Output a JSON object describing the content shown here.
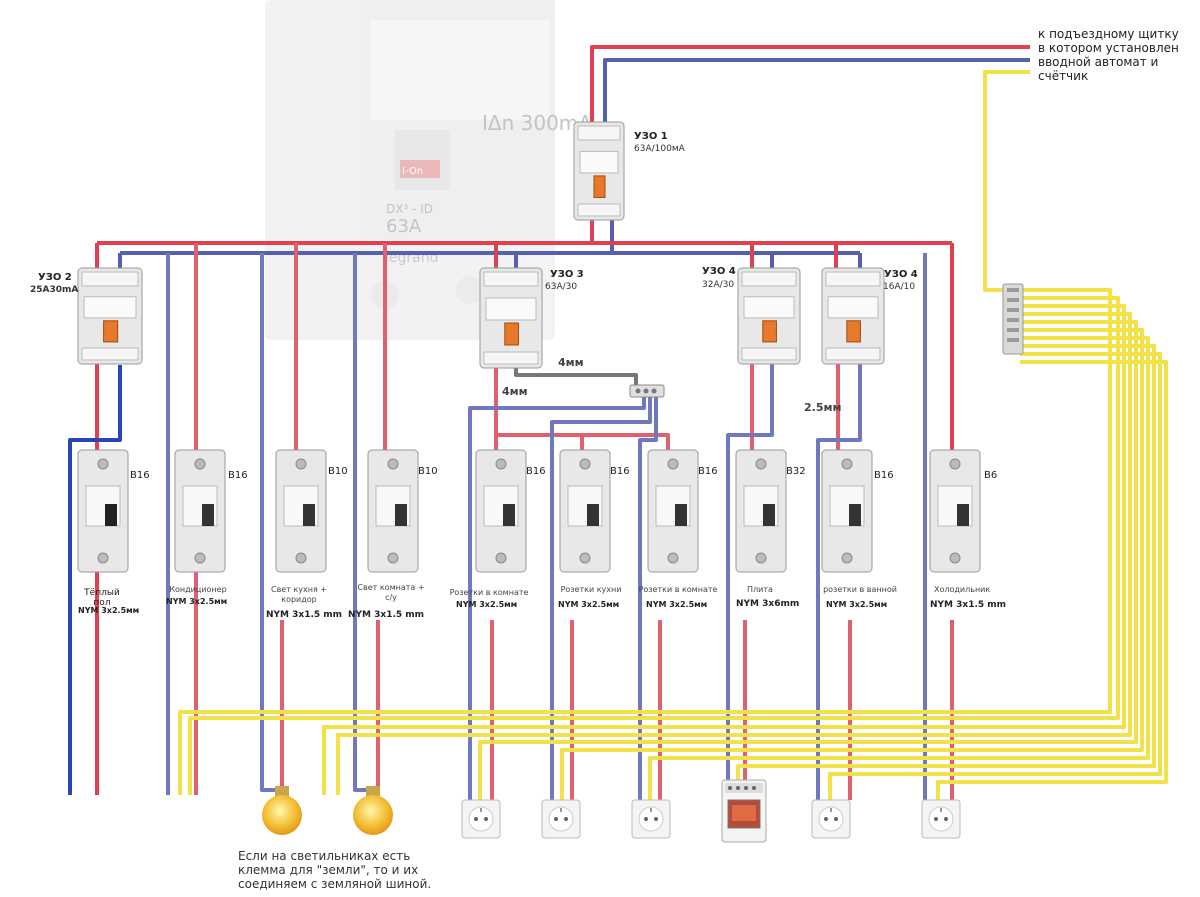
{
  "colors": {
    "phase": "#e04050",
    "neutral": "#5560b0",
    "earth": "#f3e14a",
    "earth_bus": "#8a8a8a",
    "jumper": "#6a6a6a",
    "device_body": "#e8e8e8",
    "handle_orange": "#e8782a"
  },
  "background_device": {
    "rating_sensitivity": "IΔn 300mA",
    "model": "DX³ - ID",
    "current": "63A",
    "switch_label": "I-On",
    "brand": "legrand"
  },
  "supply_note": "к подъездному щитку\nв котором установлен\nвводной автомат и\nсчётчик",
  "rcds": [
    {
      "name": "УЗО 1",
      "rating": "63А/100мА"
    },
    {
      "name": "УЗО 2",
      "rating": "25А30mA"
    },
    {
      "name": "УЗО 3",
      "rating": "63А/30"
    },
    {
      "name": "УЗО 4",
      "rating": "32А/30"
    },
    {
      "name": "УЗО 4",
      "rating": "16А/10"
    }
  ],
  "wire_sizes": [
    "4мм",
    "4мм",
    "2.5мм"
  ],
  "breakers": [
    {
      "rating": "B16",
      "circuit": "Тёплый\nпол",
      "cable": "NYM 3x2.5мм"
    },
    {
      "rating": "B16",
      "circuit": "Кондиционер",
      "cable": "NYM 3x2.5мм"
    },
    {
      "rating": "B10",
      "circuit": "Свет кухня +\nкоридор",
      "cable": "NYM 3x1.5 mm"
    },
    {
      "rating": "B10",
      "circuit": "Свет комната +\nс/у",
      "cable": "NYM 3x1.5 mm"
    },
    {
      "rating": "B16",
      "circuit": "Розетки в комнате",
      "cable": "NYM 3x2.5мм"
    },
    {
      "rating": "B16",
      "circuit": "Розетки кухни",
      "cable": "NYM 3x2.5мм"
    },
    {
      "rating": "B16",
      "circuit": "Розетки в комнате",
      "cable": "NYM 3x2.5мм"
    },
    {
      "rating": "B32",
      "circuit": "Плита",
      "cable": "NYM 3x6mm"
    },
    {
      "rating": "B16",
      "circuit": "розетки в ванной",
      "cable": "NYM 3x2.5мм"
    },
    {
      "rating": "B6",
      "circuit": "Холодильник",
      "cable": "NYM 3x1.5 mm"
    }
  ],
  "bottom_note": "Если на светильниках есть\nклемма для \"земли\", то и их\nсоединяем с земляной шиной."
}
